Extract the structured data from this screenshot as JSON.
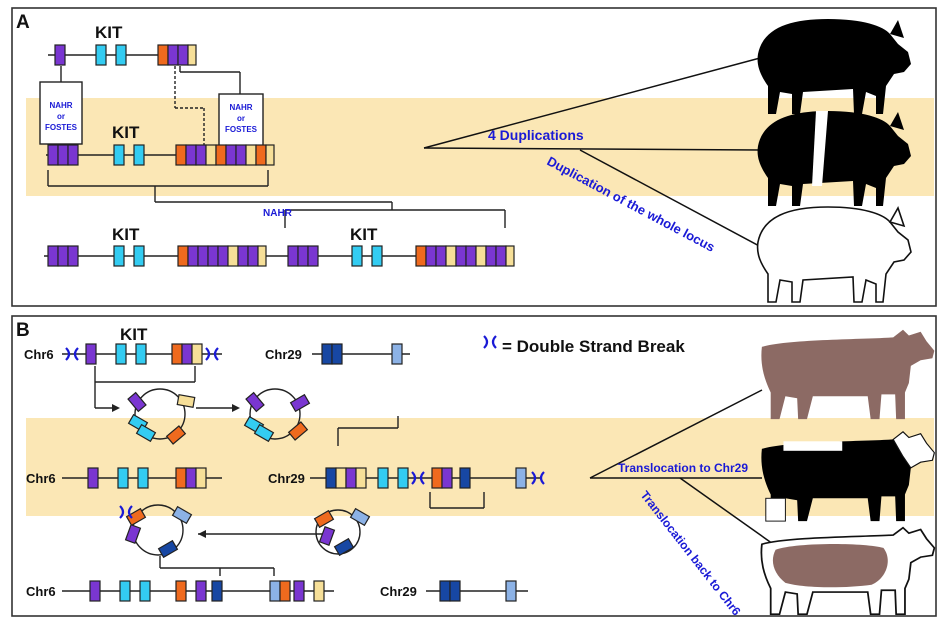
{
  "colors": {
    "highlight": "#fbe7b5",
    "purple": "#7a36d1",
    "cyan": "#33ccf2",
    "orange": "#ef6a1e",
    "tan": "#f6df98",
    "navy": "#1747a3",
    "lightblue": "#8cb2e6",
    "cowbrown": "#8c6a64",
    "annotation": "#1a1ad6"
  },
  "panel_a": {
    "letter": "A",
    "gene_label": "KIT",
    "mechanism_left": [
      "NAHR",
      "or",
      "FOSTES"
    ],
    "mechanism_right": [
      "NAHR",
      "or",
      "FOSTES"
    ],
    "nahr_label": "NAHR",
    "branch_upper": "4 Duplications",
    "branch_lower": "Duplication of the whole locus",
    "animal_icons": [
      "pig-black-icon",
      "pig-belted-icon",
      "pig-white-icon"
    ]
  },
  "panel_b": {
    "letter": "B",
    "gene_label": "KIT",
    "chr6": "Chr6",
    "chr29": "Chr29",
    "legend": "= Double Strand Break",
    "branch_upper": "Translocation to Chr29",
    "branch_lower": "Translocation back to Chr6",
    "animal_icons": [
      "cow-brown-icon",
      "cow-belted-icon",
      "cow-patched-icon"
    ]
  }
}
